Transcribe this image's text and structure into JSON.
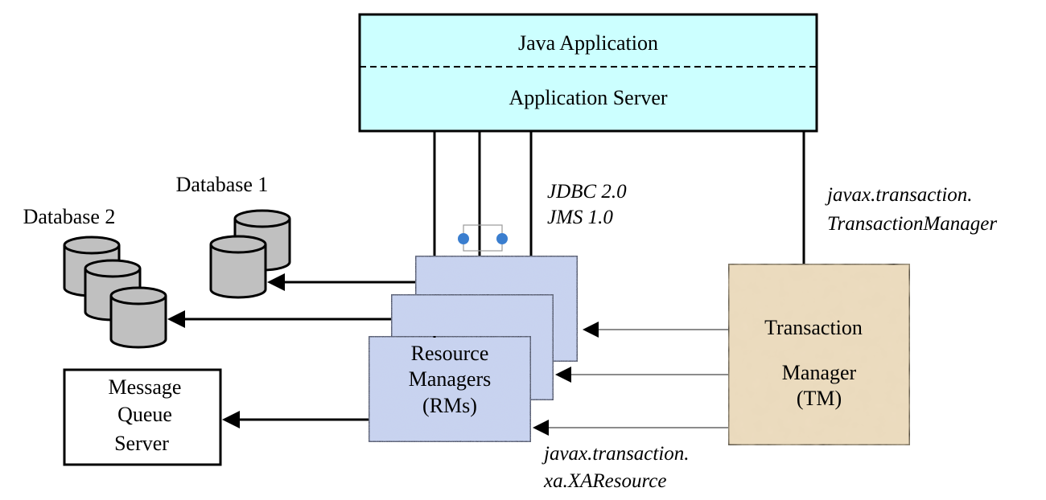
{
  "app_server_box": {
    "top_label": "Java Application",
    "bottom_label": "Application  Server",
    "fill": "#ccffff"
  },
  "databases": {
    "db1_label": "Database 1",
    "db2_label": "Database 2",
    "cylinder_fill": "#c0c0c0"
  },
  "resource_managers": {
    "line1": "Resource",
    "line2": "Managers",
    "line3": "(RMs)",
    "fill": "#c9d4ee"
  },
  "transaction_manager": {
    "line1": "Transaction",
    "line2": "Manager",
    "line3": "(TM)",
    "fill": "#ecdcc0"
  },
  "message_queue": {
    "line1": "Message",
    "line2": "Queue",
    "line3": "Server"
  },
  "labels": {
    "jdbc": "JDBC 2.0",
    "jms": "JMS 1.0",
    "tm_iface_1": "javax.transaction.",
    "tm_iface_2": "TransactionManager",
    "xa_iface_1": "javax.transaction.",
    "xa_iface_2": "xa.XAResource"
  },
  "connector_dot_color": "#3a7ecf"
}
